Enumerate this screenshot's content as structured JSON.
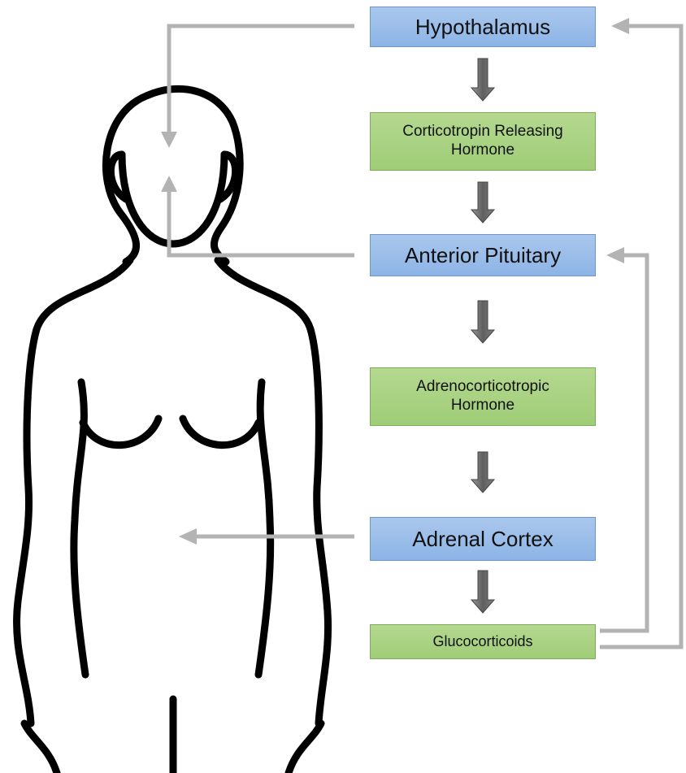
{
  "nodes": {
    "hypothalamus": "Hypothalamus",
    "crh": "Corticotropin Releasing Hormone",
    "anterior_pituitary": "Anterior Pituitary",
    "acth": "Adrenocorticotropic Hormone",
    "adrenal_cortex": "Adrenal Cortex",
    "glucocorticoids": "Glucocorticoids"
  },
  "colors": {
    "gland_box": "#8db4e6",
    "hormone_box": "#9fcd77",
    "arrow": "#b3b3b3",
    "down_arrow": "#7f7f7f",
    "outline": "#000000"
  }
}
